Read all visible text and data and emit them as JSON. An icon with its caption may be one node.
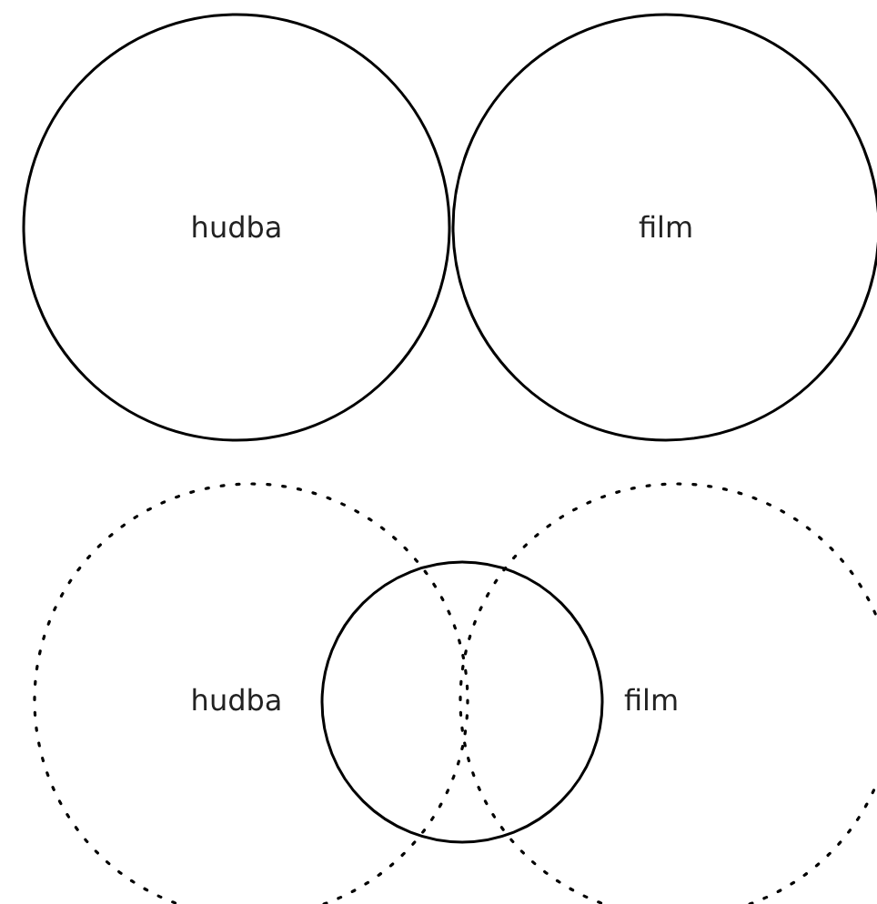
{
  "diagram": {
    "nodes": [
      {
        "text": [
          "hudba"
        ]
      },
      {
        "text": [
          "film"
        ]
      },
      {
        "text": [
          "hudba"
        ]
      },
      {
        "text": [
          "film"
        ]
      },
      {
        "text": [],
        "shape": "circle"
      }
    ]
  }
}
